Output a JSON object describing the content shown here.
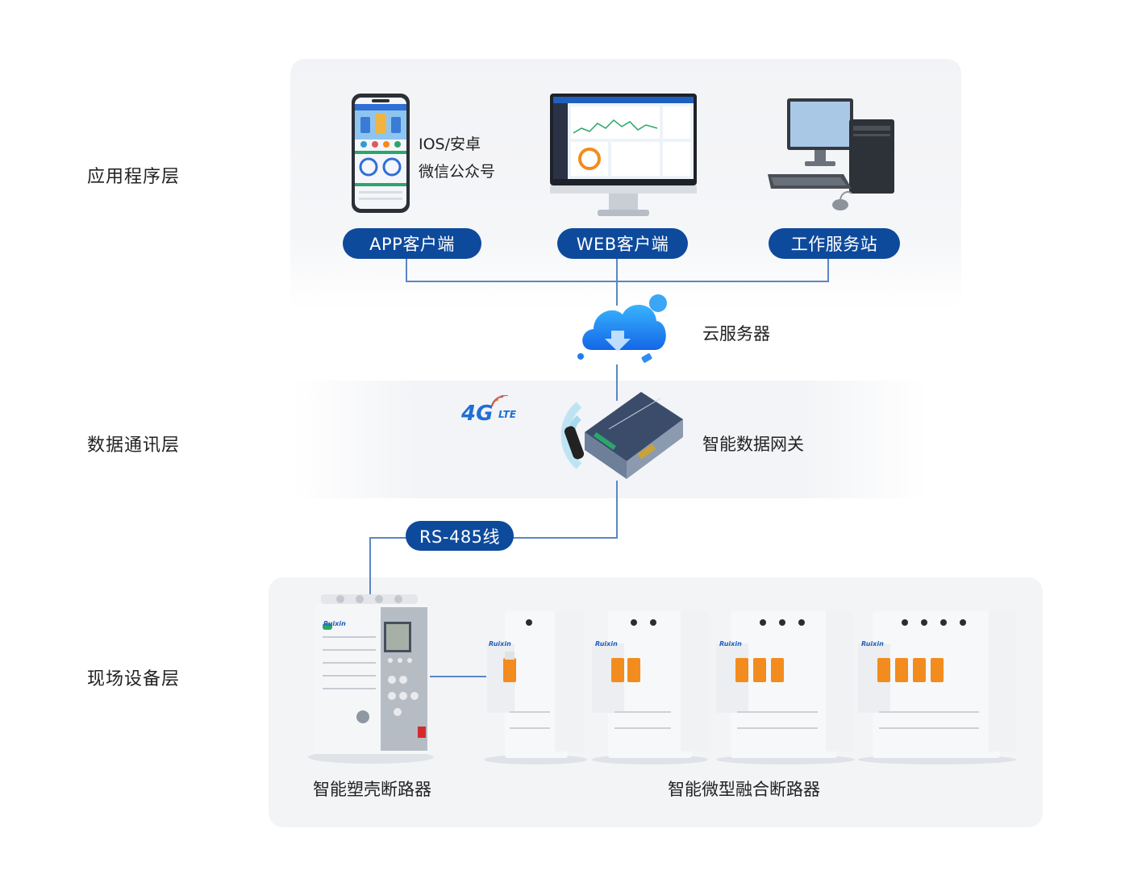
{
  "layers": {
    "application": "应用程序层",
    "data_comm": "数据通讯层",
    "field": "现场设备层"
  },
  "app_layer": {
    "mobile_note_line1": "IOS/安卓",
    "mobile_note_line2": "微信公众号",
    "clients": [
      "APP客户端",
      "WEB客户端",
      "工作服务站"
    ]
  },
  "cloud": {
    "label": "云服务器"
  },
  "gateway": {
    "label": "智能数据网关",
    "badge_4g": "4G",
    "badge_lte": "LTE"
  },
  "bus": {
    "label": "RS-485线"
  },
  "devices": {
    "mccb_label": "智能塑壳断路器",
    "mcb_label": "智能微型融合断路器",
    "brand": "Ruixin"
  },
  "colors": {
    "pill": "#0e4a9c",
    "wire": "#5b86c5",
    "accent_orange": "#f28c1e"
  }
}
